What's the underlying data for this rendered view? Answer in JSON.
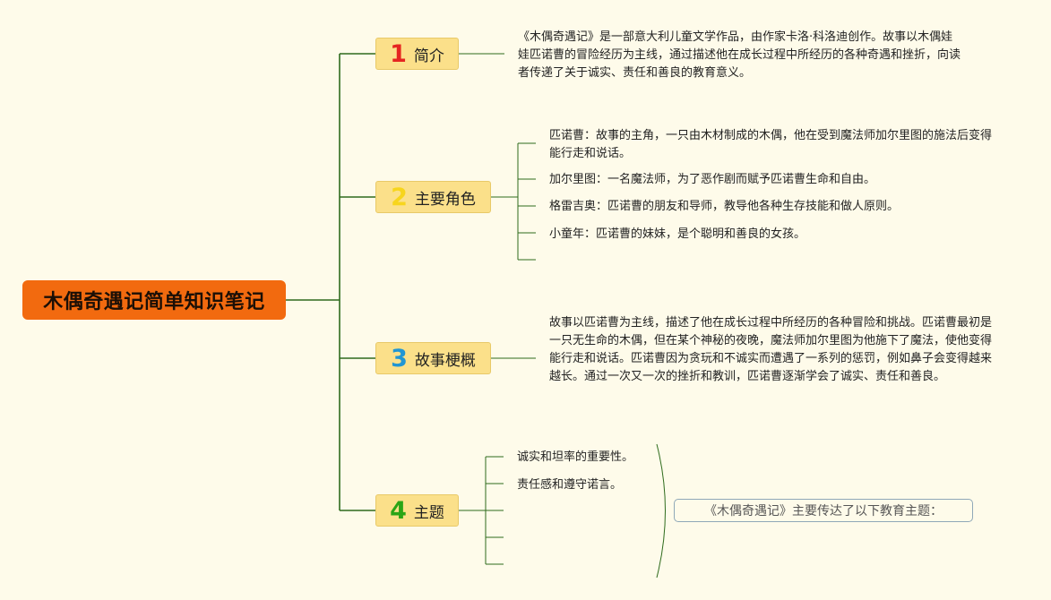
{
  "root": {
    "title": "木偶奇遇记简单知识笔记"
  },
  "branches": [
    {
      "num": "1",
      "label": "简介",
      "num_color": "#e52520"
    },
    {
      "num": "2",
      "label": "主要角色",
      "num_color": "#f7d51d"
    },
    {
      "num": "3",
      "label": "故事梗概",
      "num_color": "#2196d3"
    },
    {
      "num": "4",
      "label": "主题",
      "num_color": "#2aa516"
    }
  ],
  "intro": {
    "text": "《木偶奇遇记》是一部意大利儿童文学作品，由作家卡洛·科洛迪创作。故事以木偶娃娃匹诺曹的冒险经历为主线，通过描述他在成长过程中所经历的各种奇遇和挫折，向读者传递了关于诚实、责任和善良的教育意义。"
  },
  "characters": [
    "匹诺曹：故事的主角，一只由木材制成的木偶，他在受到魔法师加尔里图的施法后变得能行走和说话。",
    "加尔里图：一名魔法师，为了恶作剧而赋予匹诺曹生命和自由。",
    "格雷吉奥：匹诺曹的朋友和导师，教导他各种生存技能和做人原则。",
    "小童年：匹诺曹的妹妹，是个聪明和善良的女孩。"
  ],
  "synopsis": {
    "text": "故事以匹诺曹为主线，描述了他在成长过程中所经历的各种冒险和挑战。匹诺曹最初是一只无生命的木偶，但在某个神秘的夜晚，魔法师加尔里图为他施下了魔法，使他变得能行走和说话。匹诺曹因为贪玩和不诚实而遭遇了一系列的惩罚，例如鼻子会变得越来越长。通过一次又一次的挫折和教训，匹诺曹逐渐学会了诚实、责任和善良。"
  },
  "themes": {
    "items": [
      "诚实和坦率的重要性。",
      "责任感和遵守诺言。"
    ],
    "summary": "《木偶奇遇记》主要传达了以下教育主题："
  },
  "colors": {
    "line": "#2e6b1c",
    "root_bg": "#f26a0f",
    "branch_bg": "#fbe08a",
    "background": "#fefbea"
  }
}
